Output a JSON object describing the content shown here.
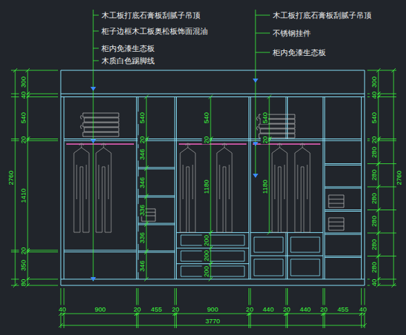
{
  "diagram": {
    "labels": [
      "木工板打底石膏板刮腻子吊顶",
      "柜子边框木工板奥松板饰面混油",
      "柜内免漆生态板",
      "木质白色踢脚线",
      "木工板打底石膏板刮腻子吊顶",
      "不锈钢挂件",
      "柜内免漆生态板",
      "2760",
      "300",
      "40",
      "540",
      "20",
      "1410",
      "20",
      "350",
      "80",
      "540",
      "20",
      "346",
      "346",
      "336",
      "336",
      "346",
      "540",
      "20",
      "1180",
      "200",
      "200",
      "200",
      "540",
      "20",
      "1180",
      "2760",
      "300",
      "40",
      "540",
      "20",
      "280",
      "280",
      "280",
      "280",
      "280",
      "280",
      "40",
      "40",
      "900",
      "20",
      "455",
      "20",
      "900",
      "20",
      "440",
      "20",
      "440",
      "20",
      "455",
      "40",
      "3770"
    ]
  }
}
